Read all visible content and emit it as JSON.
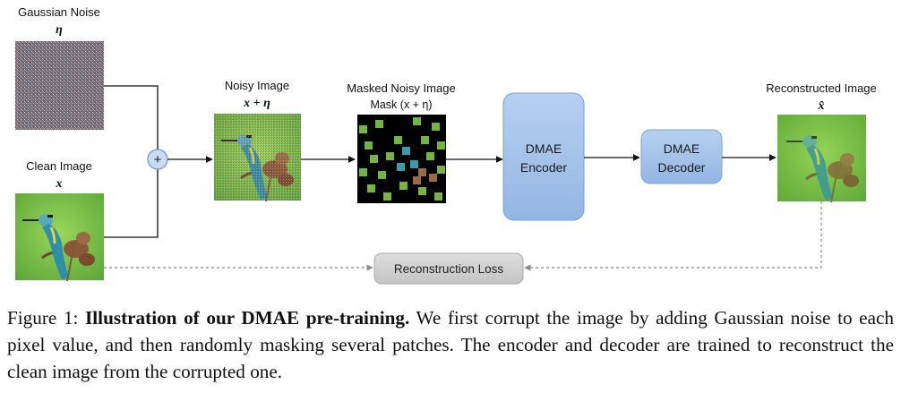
{
  "figure": {
    "gaussian_noise": {
      "title": "Gaussian Noise",
      "symbol": "η"
    },
    "clean_image": {
      "title": "Clean Image",
      "symbol": "x"
    },
    "plus_symbol": "+",
    "noisy_image": {
      "title": "Noisy Image",
      "symbol": "x + η"
    },
    "masked_image": {
      "title": "Masked Noisy Image",
      "subtitle": "Mask (x + η)"
    },
    "encoder": {
      "line1": "DMAE",
      "line2": "Encoder"
    },
    "decoder": {
      "line1": "DMAE",
      "line2": "Decoder"
    },
    "reconstructed": {
      "title": "Reconstructed Image",
      "symbol": "x̂"
    },
    "loss": {
      "label": "Reconstruction Loss"
    },
    "colors": {
      "encoder_fill": "#a7c4ea",
      "encoder_stroke": "#7aa0d2",
      "loss_fill": "#d0d0d0",
      "plus_fill": "#c9dcf2",
      "bird_body": "#2f8fa8",
      "grass": "#7cc144"
    }
  },
  "caption": {
    "label": "Figure 1:",
    "bold": "Illustration of our DMAE pre-training.",
    "text": "We first corrupt the image by adding Gaussian noise to each pixel value, and then randomly masking several patches. The encoder and decoder are trained to reconstruct the clean image from the corrupted one."
  }
}
